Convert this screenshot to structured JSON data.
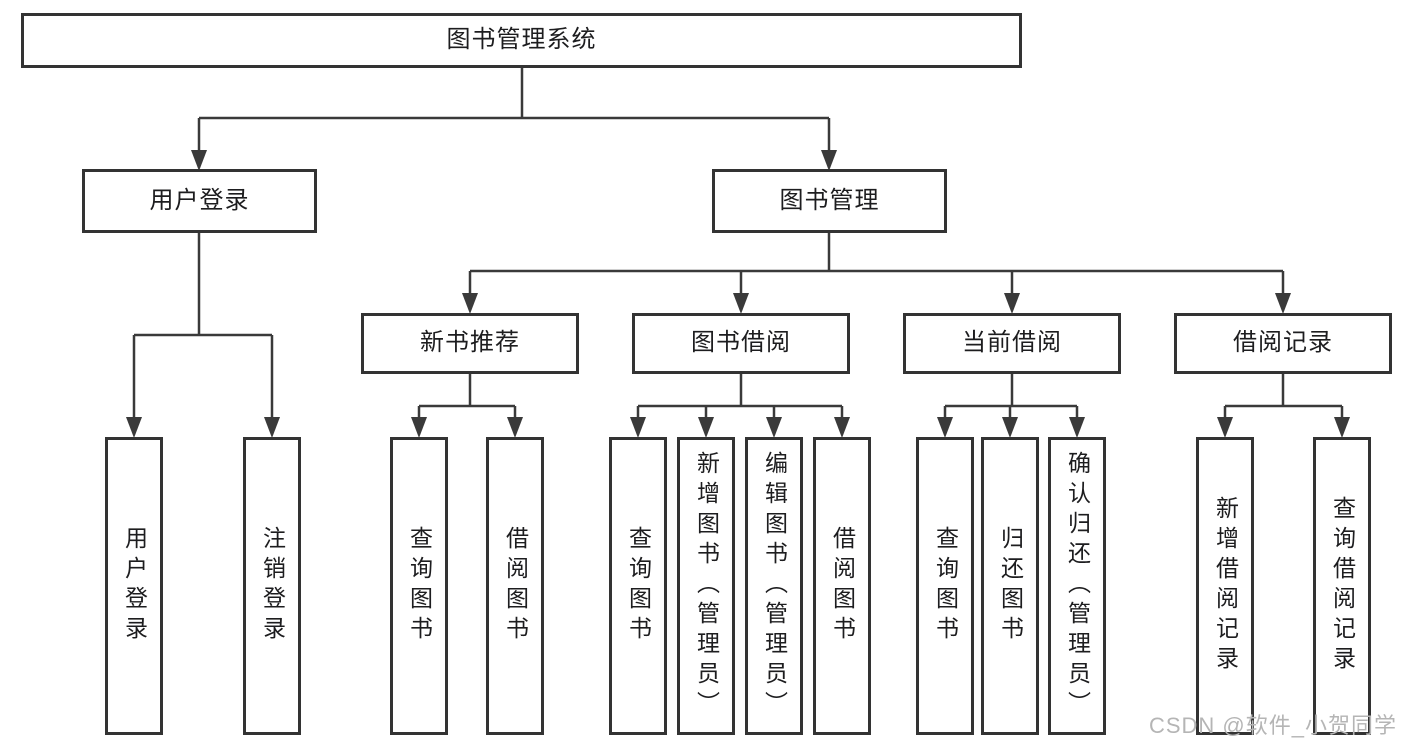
{
  "colors": {
    "line": "#3a3a3a",
    "border": "#333333",
    "text": "#1d1d1f",
    "background": "#ffffff",
    "watermark": "#b5b5b5"
  },
  "watermark": "CSDN @软件_小贺同学",
  "tree": {
    "root": "图书管理系统",
    "branches": [
      {
        "label": "用户登录",
        "leaves": [
          "用户登录",
          "注销登录"
        ]
      },
      {
        "label": "图书管理",
        "groups": [
          {
            "label": "新书推荐",
            "leaves": [
              "查询图书",
              "借阅图书"
            ]
          },
          {
            "label": "图书借阅",
            "leaves": [
              "查询图书",
              "新增图书（管理员）",
              "编辑图书（管理员）",
              "借阅图书"
            ]
          },
          {
            "label": "当前借阅",
            "leaves": [
              "查询图书",
              "归还图书",
              "确认归还（管理员）"
            ]
          },
          {
            "label": "借阅记录",
            "leaves": [
              "新增借阅记录",
              "查询借阅记录"
            ]
          }
        ]
      }
    ]
  }
}
